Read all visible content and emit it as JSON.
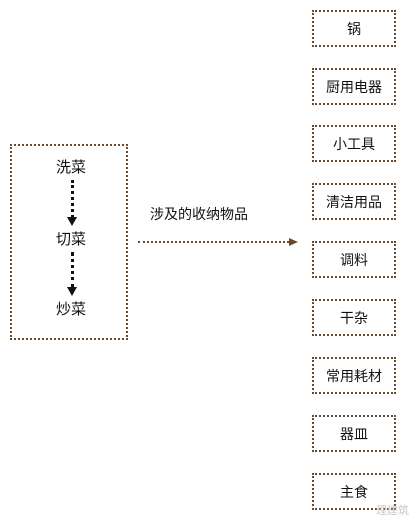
{
  "process": {
    "steps": [
      "洗菜",
      "切菜",
      "炒菜"
    ]
  },
  "relation_label": "涉及的收纳物品",
  "items": [
    "锅",
    "厨用电器",
    "小工具",
    "清洁用品",
    "调料",
    "干杂",
    "常用耗材",
    "器皿",
    "主食"
  ],
  "watermark": "理建筑"
}
